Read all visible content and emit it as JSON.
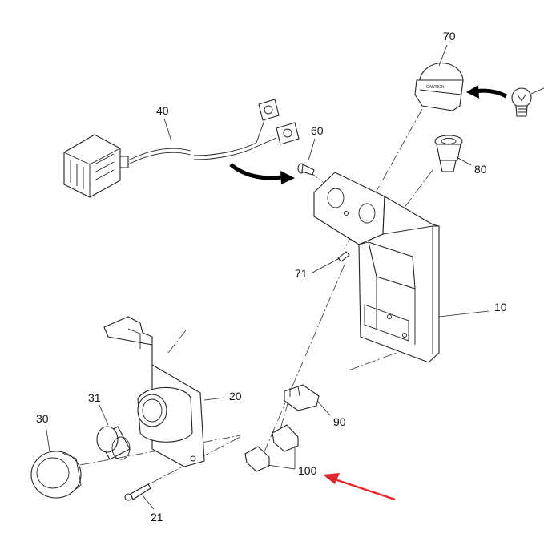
{
  "labels": {
    "p10": "10",
    "p20": "20",
    "p21": "21",
    "p30": "30",
    "p31": "31",
    "p40": "40",
    "p60": "60",
    "p70": "70",
    "p71": "71",
    "p80": "80",
    "p90": "90",
    "p100": "100"
  },
  "colors": {
    "line": "#222222",
    "highlight_arrow": "#e0262b",
    "background": "#ffffff"
  }
}
